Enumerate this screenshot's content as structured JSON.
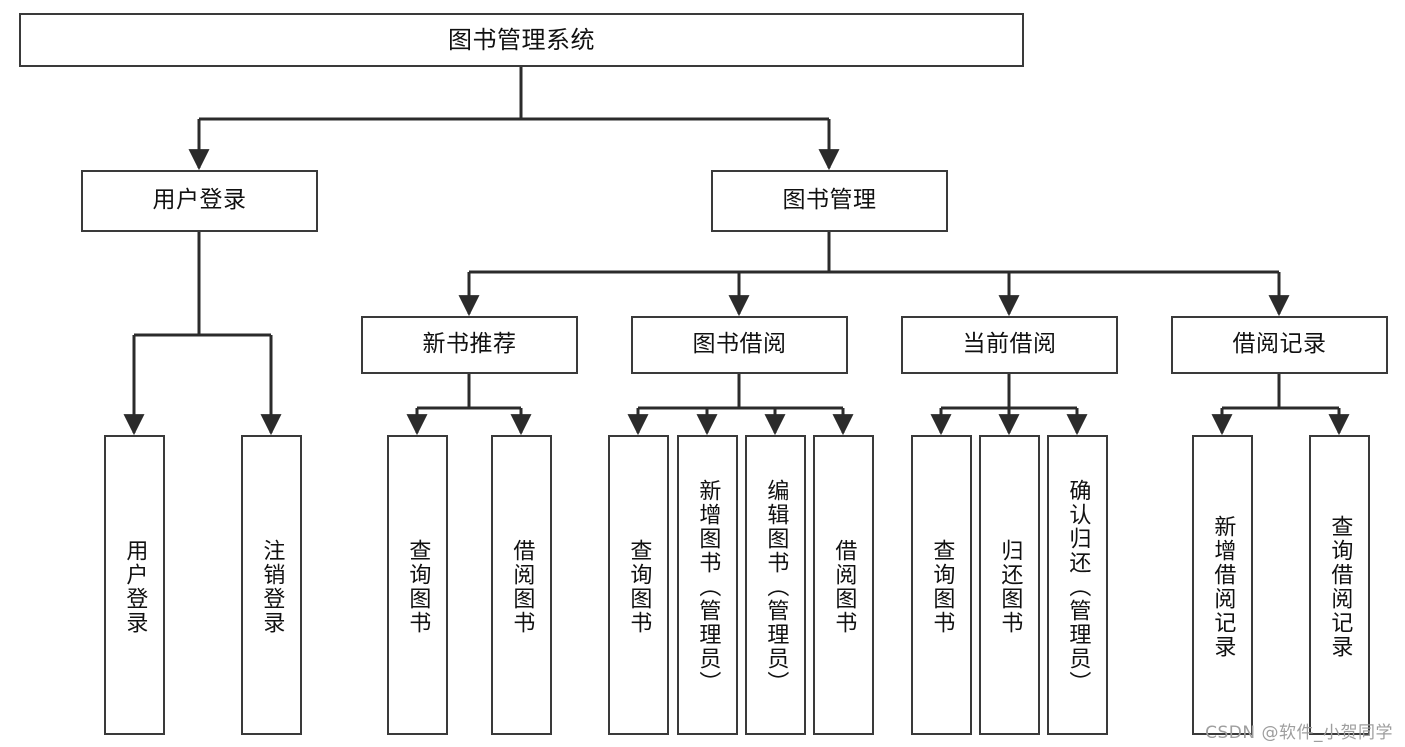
{
  "diagram": {
    "type": "tree",
    "title": "图书管理系统",
    "colors": {
      "box_stroke": "#3a3a3a",
      "box_fill": "#ffffff",
      "edge": "#2b2b2b",
      "text": "#111111",
      "watermark": "#9e9e9e"
    },
    "root": {
      "label": "图书管理系统"
    },
    "level2": [
      {
        "label": "用户登录"
      },
      {
        "label": "图书管理"
      }
    ],
    "level3": [
      {
        "label": "新书推荐"
      },
      {
        "label": "图书借阅"
      },
      {
        "label": "当前借阅"
      },
      {
        "label": "借阅记录"
      }
    ],
    "leaves": {
      "user_login": [
        {
          "label": "用户登录"
        },
        {
          "label": "注销登录"
        }
      ],
      "new_book": [
        {
          "label": "查询图书"
        },
        {
          "label": "借阅图书"
        }
      ],
      "book_borrow": [
        {
          "label": "查询图书"
        },
        {
          "label": "新增图书（管理员）"
        },
        {
          "label": "编辑图书（管理员）"
        },
        {
          "label": "借阅图书"
        }
      ],
      "current_borrow": [
        {
          "label": "查询图书"
        },
        {
          "label": "归还图书"
        },
        {
          "label": "确认归还（管理员）"
        }
      ],
      "borrow_record": [
        {
          "label": "新增借阅记录"
        },
        {
          "label": "查询借阅记录"
        }
      ]
    }
  },
  "watermark": {
    "text": "CSDN @软件_小贺同学"
  }
}
